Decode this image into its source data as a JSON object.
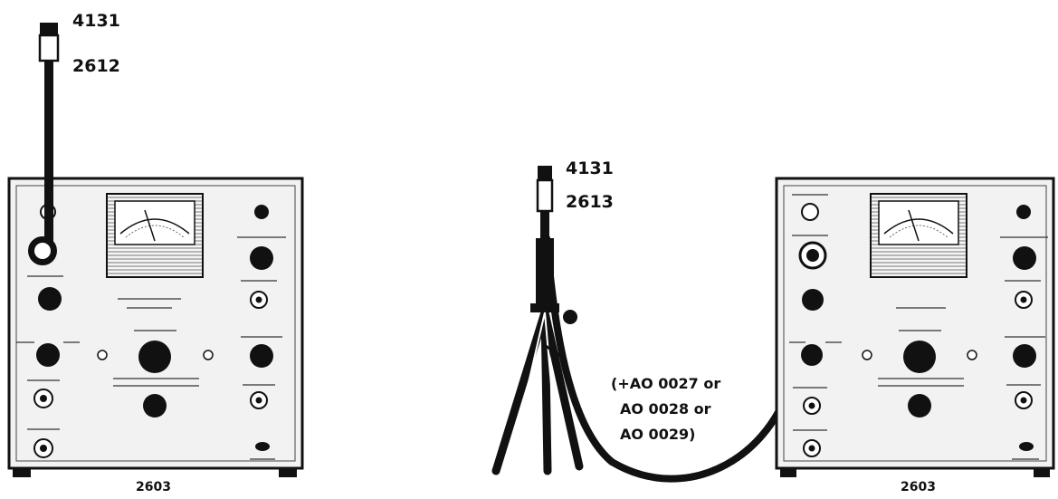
{
  "setup_a": {
    "microphone": "4131",
    "preamplifier": "2612",
    "instrument": "2603"
  },
  "setup_b": {
    "microphone": "4131",
    "preamplifier": "2613",
    "instrument": "2603",
    "cable_options": [
      "(+AO 0027 or",
      "AO 0028 or",
      "AO 0029)"
    ]
  },
  "colors": {
    "ink": "#111111",
    "panel": "#f2f2f2",
    "background": "#ffffff"
  }
}
